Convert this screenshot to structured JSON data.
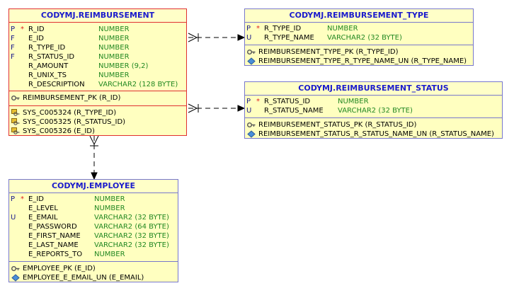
{
  "colors": {
    "title_text": "#1a1acc",
    "column_type": "#228822",
    "table_bg": "#ffffc0",
    "table_border": "#7777cc",
    "selected_border": "#e03030"
  },
  "tables": {
    "reimbursement": {
      "title": "CODYMJ.REIMBURSEMENT",
      "columns": [
        {
          "flag": "P",
          "mandatory": "*",
          "name": "R_ID",
          "type": "NUMBER"
        },
        {
          "flag": "F",
          "mandatory": "",
          "name": "E_ID",
          "type": "NUMBER"
        },
        {
          "flag": "F",
          "mandatory": "",
          "name": "R_TYPE_ID",
          "type": "NUMBER"
        },
        {
          "flag": "F",
          "mandatory": "",
          "name": "R_STATUS_ID",
          "type": "NUMBER"
        },
        {
          "flag": "",
          "mandatory": "",
          "name": "R_AMOUNT",
          "type": "NUMBER (9,2)"
        },
        {
          "flag": "",
          "mandatory": "",
          "name": "R_UNIX_TS",
          "type": "NUMBER"
        },
        {
          "flag": "",
          "mandatory": "",
          "name": "R_DESCRIPTION",
          "type": "VARCHAR2 (128 BYTE)"
        }
      ],
      "primary_keys": [
        {
          "icon": "key-icon",
          "label": "REIMBURSEMENT_PK (R_ID)"
        }
      ],
      "foreign_keys": [
        {
          "icon": "foreign-key-icon",
          "label": "SYS_C005324 (R_TYPE_ID)"
        },
        {
          "icon": "foreign-key-icon",
          "label": "SYS_C005325 (R_STATUS_ID)"
        },
        {
          "icon": "foreign-key-icon",
          "label": "SYS_C005326 (E_ID)"
        }
      ]
    },
    "reimbursement_type": {
      "title": "CODYMJ.REIMBURSEMENT_TYPE",
      "columns": [
        {
          "flag": "P",
          "mandatory": "*",
          "name": "R_TYPE_ID",
          "type": "NUMBER"
        },
        {
          "flag": "U",
          "mandatory": "",
          "name": "R_TYPE_NAME",
          "type": "VARCHAR2 (32 BYTE)"
        }
      ],
      "keys": [
        {
          "icon": "key-icon",
          "label": "REIMBURSEMENT_TYPE_PK (R_TYPE_ID)"
        },
        {
          "icon": "unique-key-icon",
          "label": "REIMBURSEMENT_TYPE_R_TYPE_NAME_UN (R_TYPE_NAME)"
        }
      ]
    },
    "reimbursement_status": {
      "title": "CODYMJ.REIMBURSEMENT_STATUS",
      "columns": [
        {
          "flag": "P",
          "mandatory": "*",
          "name": "R_STATUS_ID",
          "type": "NUMBER"
        },
        {
          "flag": "U",
          "mandatory": "",
          "name": "R_STATUS_NAME",
          "type": "VARCHAR2 (32 BYTE)"
        }
      ],
      "keys": [
        {
          "icon": "key-icon",
          "label": "REIMBURSEMENT_STATUS_PK (R_STATUS_ID)"
        },
        {
          "icon": "unique-key-icon",
          "label": "REIMBURSEMENT_STATUS_R_STATUS_NAME_UN (R_STATUS_NAME)"
        }
      ]
    },
    "employee": {
      "title": "CODYMJ.EMPLOYEE",
      "columns": [
        {
          "flag": "P",
          "mandatory": "*",
          "name": "E_ID",
          "type": "NUMBER"
        },
        {
          "flag": "",
          "mandatory": "",
          "name": "E_LEVEL",
          "type": "NUMBER"
        },
        {
          "flag": "U",
          "mandatory": "",
          "name": "E_EMAIL",
          "type": "VARCHAR2 (32 BYTE)"
        },
        {
          "flag": "",
          "mandatory": "",
          "name": "E_PASSWORD",
          "type": "VARCHAR2 (64 BYTE)"
        },
        {
          "flag": "",
          "mandatory": "",
          "name": "E_FIRST_NAME",
          "type": "VARCHAR2 (32 BYTE)"
        },
        {
          "flag": "",
          "mandatory": "",
          "name": "E_LAST_NAME",
          "type": "VARCHAR2 (32 BYTE)"
        },
        {
          "flag": "",
          "mandatory": "",
          "name": "E_REPORTS_TO",
          "type": "NUMBER"
        }
      ],
      "keys": [
        {
          "icon": "key-icon",
          "label": "EMPLOYEE_PK (E_ID)"
        },
        {
          "icon": "unique-key-icon",
          "label": "EMPLOYEE_E_EMAIL_UN (E_EMAIL)"
        }
      ]
    }
  }
}
